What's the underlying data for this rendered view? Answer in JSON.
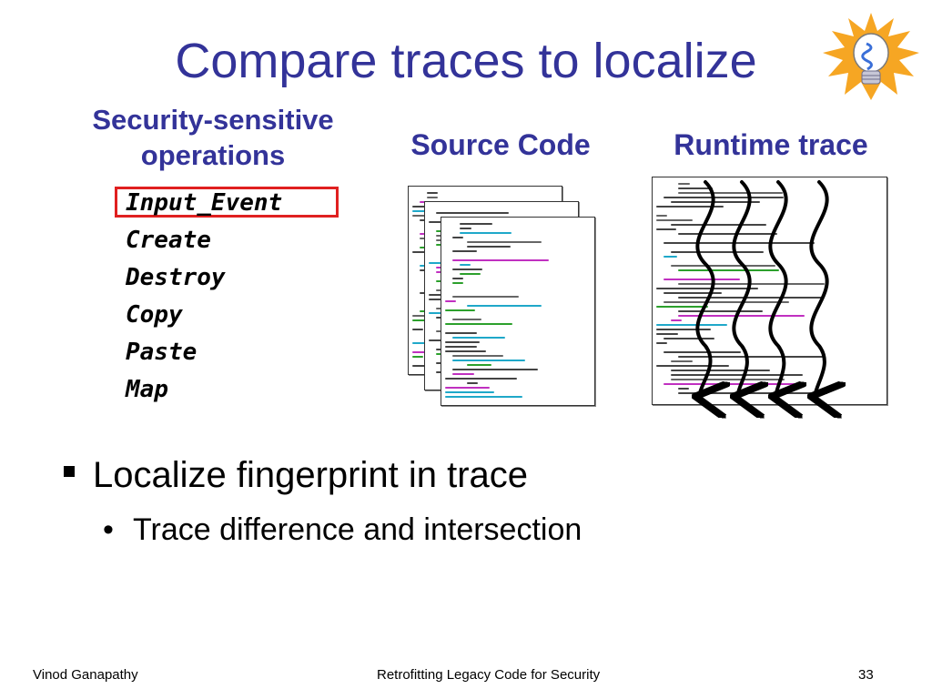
{
  "slide": {
    "title": "Compare traces to localize",
    "columns": {
      "operations_header": "Security-sensitive operations",
      "source_header": "Source Code",
      "runtime_header": "Runtime trace"
    },
    "operations": [
      "Input_Event",
      "Create",
      "Destroy",
      "Copy",
      "Paste",
      "Map"
    ],
    "highlighted_operation_index": 0,
    "bullets": [
      {
        "text": "Localize fingerprint in trace",
        "sub": [
          "Trace difference and intersection"
        ]
      }
    ],
    "sub_bullet_glyph": "•",
    "icons": {
      "title_icon": "lightbulb-icon"
    },
    "colors": {
      "title": "#333399",
      "highlight_box": "#e02020"
    }
  },
  "footer": {
    "author": "Vinod Ganapathy",
    "talk_title": "Retrofitting Legacy Code for Security",
    "page_number": "33"
  }
}
